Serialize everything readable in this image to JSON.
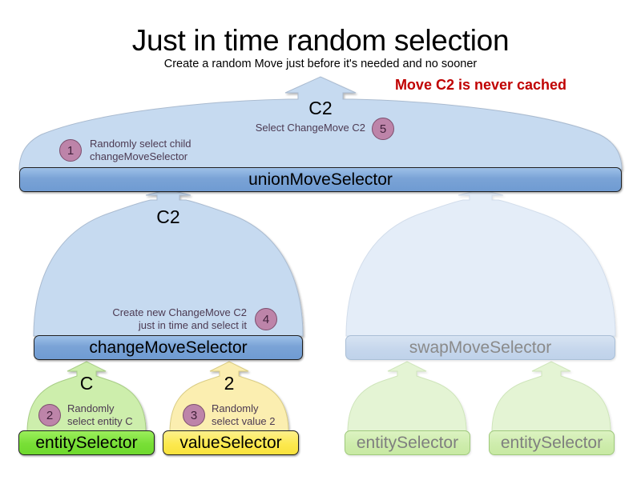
{
  "header": {
    "title": "Just in time random selection",
    "subtitle": "Create a random Move just before it's needed and no sooner",
    "warning": "Move C2 is never cached"
  },
  "colors": {
    "blue_box": "#7aa3d6",
    "blue_arrow": "#c6daf0",
    "blue_arrow_faded": "#e4edf8",
    "green_box": "#78df36",
    "green_arrow": "#cdeeac",
    "green_arrow_faded": "#e4f4d4",
    "yellow_box": "#fce94f",
    "yellow_arrow": "#fbeeb0",
    "badge_fill": "#bd84a9",
    "badge_border": "#7d4f6e",
    "warning_text": "#c00000",
    "anno_text": "#4c3a52",
    "faded_text": "#8a8a8a"
  },
  "nodes": {
    "union": {
      "label": "unionMoveSelector",
      "state": "active"
    },
    "change": {
      "label": "changeMoveSelector",
      "state": "active"
    },
    "swap": {
      "label": "swapMoveSelector",
      "state": "faded"
    },
    "entity_c": {
      "label": "entitySelector",
      "state": "active"
    },
    "value_2": {
      "label": "valueSelector",
      "state": "active"
    },
    "swap_entity_left": {
      "label": "entitySelector",
      "state": "faded"
    },
    "swap_entity_right": {
      "label": "entitySelector",
      "state": "faded"
    }
  },
  "arrows": {
    "union_out": {
      "label": "C2"
    },
    "change_to_union": {
      "label": "C2"
    },
    "entity_to_change": {
      "label": "C"
    },
    "value_to_change": {
      "label": "2"
    },
    "swap_to_union": {
      "label": ""
    },
    "swap_entity_left_out": {
      "label": ""
    },
    "swap_entity_right_out": {
      "label": ""
    }
  },
  "steps": [
    {
      "number": "1",
      "text": "Randomly select child\nchangeMoveSelector",
      "align": "left"
    },
    {
      "number": "2",
      "text": "Randomly\nselect entity C",
      "align": "left"
    },
    {
      "number": "3",
      "text": "Randomly\nselect value 2",
      "align": "left"
    },
    {
      "number": "4",
      "text": "Create new ChangeMove C2\njust in time and select it",
      "align": "right"
    },
    {
      "number": "5",
      "text": "Select ChangeMove C2",
      "align": "left"
    }
  ]
}
